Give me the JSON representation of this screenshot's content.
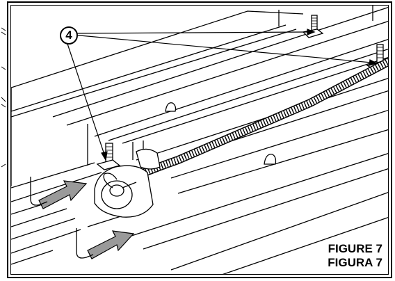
{
  "callout": {
    "number": "4"
  },
  "caption": {
    "line1": "FIGURE 7",
    "line2": "FIGURA 7"
  },
  "colors": {
    "ink": "#000000",
    "paper": "#ffffff",
    "arrow_fill": "#9a9a9a"
  }
}
